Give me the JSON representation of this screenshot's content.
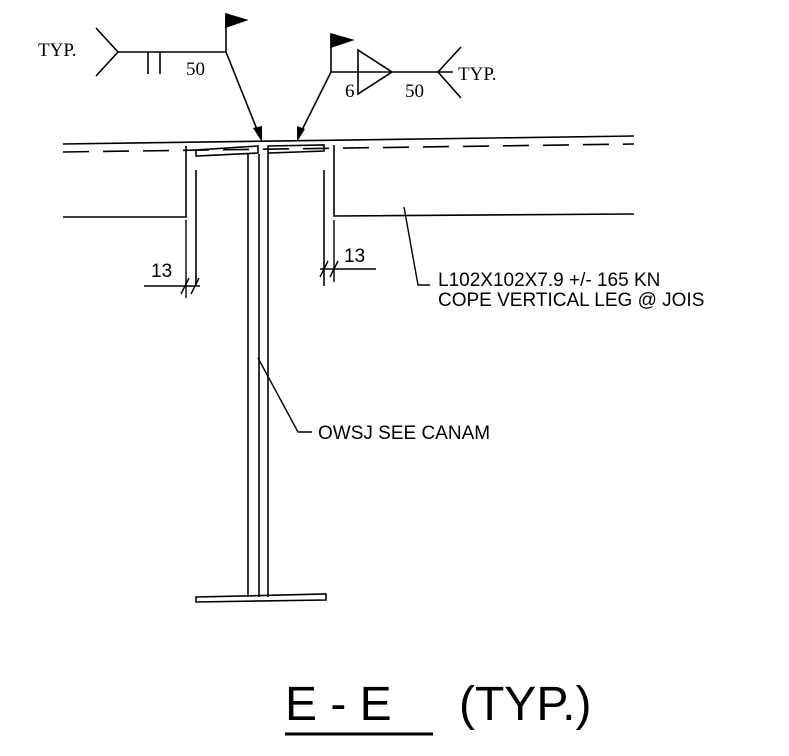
{
  "weld_left": {
    "tail_note": "TYP.",
    "length": "50"
  },
  "weld_right": {
    "size": "6",
    "length": "50",
    "tail_note": "TYP."
  },
  "dimensions": {
    "left": "13",
    "right": "13"
  },
  "labels": {
    "angle_line1": "L102X102X7.9 +/- 165 KN",
    "angle_line2": "COPE VERTICAL LEG @ JOIS",
    "joist": "OWSJ SEE CANAM"
  },
  "title": {
    "section": "E - E",
    "suffix": "(TYP.)"
  },
  "colors": {
    "line": "#000000",
    "background": "#ffffff"
  }
}
